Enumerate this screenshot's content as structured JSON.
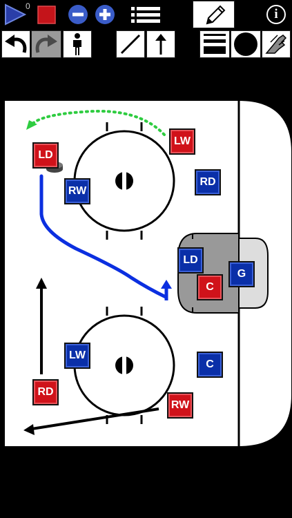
{
  "toolbar": {
    "play_counter": "0",
    "info_label": "i"
  },
  "players": [
    {
      "label": "LD",
      "team": "red"
    },
    {
      "label": "LW",
      "team": "red"
    },
    {
      "label": "RW",
      "team": "blue"
    },
    {
      "label": "RD",
      "team": "blue"
    },
    {
      "label": "LD",
      "team": "blue"
    },
    {
      "label": "G",
      "team": "blue"
    },
    {
      "label": "C",
      "team": "red"
    },
    {
      "label": "LW",
      "team": "blue"
    },
    {
      "label": "C",
      "team": "blue"
    },
    {
      "label": "RD",
      "team": "red"
    },
    {
      "label": "RW",
      "team": "red"
    }
  ],
  "colors": {
    "red_team": "#d0121a",
    "blue_team": "#0a2fa8",
    "pass_line": "#2ecc40",
    "skate_line": "#0b2fe0"
  },
  "icons": [
    "play-icon",
    "stop-icon",
    "zoom-out-icon",
    "zoom-in-icon",
    "menu-icon",
    "pencil-icon",
    "info-icon",
    "undo-icon",
    "redo-icon",
    "player-icon",
    "line-icon",
    "arrow-icon",
    "line-weight-icon",
    "puck-icon",
    "eraser-hand-icon"
  ]
}
